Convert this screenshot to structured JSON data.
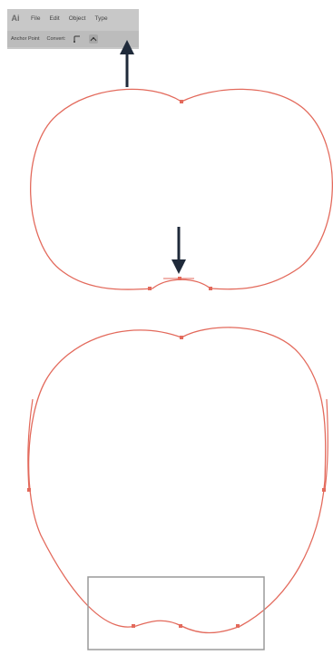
{
  "app": {
    "logo_text": "Ai"
  },
  "menu": [
    {
      "id": "file",
      "label": "File"
    },
    {
      "id": "edit",
      "label": "Edit"
    },
    {
      "id": "object",
      "label": "Object"
    },
    {
      "id": "type",
      "label": "Type"
    }
  ],
  "control_bar": {
    "anchor_label": "Anchor Point",
    "convert_label": "Convert:",
    "icons": [
      "convert-smooth-icon",
      "convert-corner-icon"
    ]
  },
  "colors": {
    "path_stroke": "#e36a5c",
    "arrow": "#1f2a3a",
    "selection_box": "#9a9a9a",
    "toolbar_bg": "#c8c8c8"
  }
}
